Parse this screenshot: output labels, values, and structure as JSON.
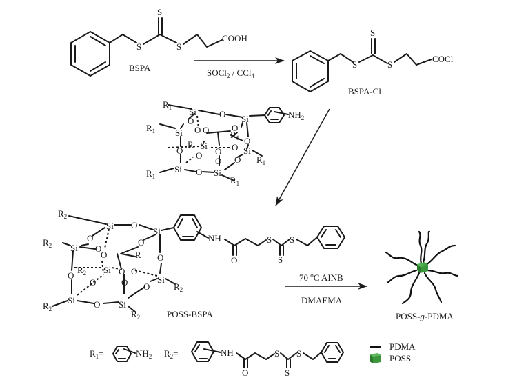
{
  "compounds": {
    "bspa": {
      "name": "BSPA",
      "end_group": "COOH",
      "thione": "S",
      "s_left": "S",
      "s_right": "S"
    },
    "bspa_cl": {
      "name": "BSPA-Cl",
      "end_group": "COCl",
      "thione": "S",
      "s_left": "S",
      "s_right": "S"
    },
    "poss_amine": {
      "si": "Si",
      "o": "O",
      "r1": "R",
      "r1_sub": "1",
      "r": "R",
      "nh2": "NH",
      "nh2_sub": "2"
    },
    "poss_bspa": {
      "name": "POSS-BSPA",
      "si": "Si",
      "o": "O",
      "r2": "R",
      "r2_sub": "2",
      "r": "R",
      "nh": "NH",
      "carbonyl_o": "O",
      "thione": "S",
      "s": "S"
    },
    "poss_g_pdma": {
      "name_prefix": "POSS-",
      "name_italic": "g",
      "name_suffix": "-PDMA"
    }
  },
  "reactions": {
    "step1": {
      "reagent_main": "SOCl",
      "reagent_sub1": "2",
      "reagent_sep": " / CCl",
      "reagent_sub2": "4"
    },
    "step3": {
      "condition_top_num": "70 ",
      "condition_top_deg": "o",
      "condition_top_rest": "C  AINB",
      "condition_bottom": "DMAEMA"
    }
  },
  "definitions": {
    "r1_label": "R",
    "r1_sub": "1",
    "r1_eq": "=",
    "r1_group": "NH",
    "r1_group_sub": "2",
    "r2_label": "R",
    "r2_sub": "2",
    "r2_eq": "=",
    "r2_nh": "NH",
    "r2_o": "O",
    "r2_s": "S"
  },
  "legend": {
    "items": [
      {
        "symbol": "line",
        "label": "PDMA"
      },
      {
        "symbol": "green-cube",
        "label": "POSS",
        "color": "#2e8b2e"
      }
    ]
  }
}
